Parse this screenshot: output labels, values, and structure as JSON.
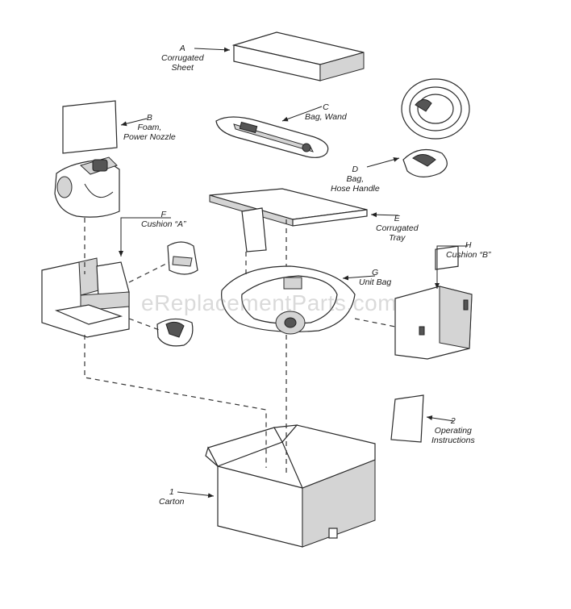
{
  "watermark": "eReplacementParts.com",
  "callouts": {
    "A": {
      "letter": "A",
      "line1": "Corrugated",
      "line2": "Sheet"
    },
    "B": {
      "letter": "B",
      "line1": "Foam,",
      "line2": "Power Nozzle"
    },
    "C": {
      "letter": "C",
      "line1": "Bag, Wand"
    },
    "D": {
      "letter": "D",
      "line1": "Bag,",
      "line2": "Hose Handle"
    },
    "E": {
      "letter": "E",
      "line1": "Corrugated",
      "line2": "Tray"
    },
    "F": {
      "letter": "F",
      "line1": "Cushion “A”"
    },
    "G": {
      "letter": "G",
      "line1": "Unit Bag"
    },
    "H": {
      "letter": "H",
      "line1": "Cushion “B”"
    },
    "two": {
      "letter": "2",
      "line1": "Operating",
      "line2": "Instructions"
    },
    "one": {
      "letter": "1",
      "line1": "Carton"
    }
  }
}
